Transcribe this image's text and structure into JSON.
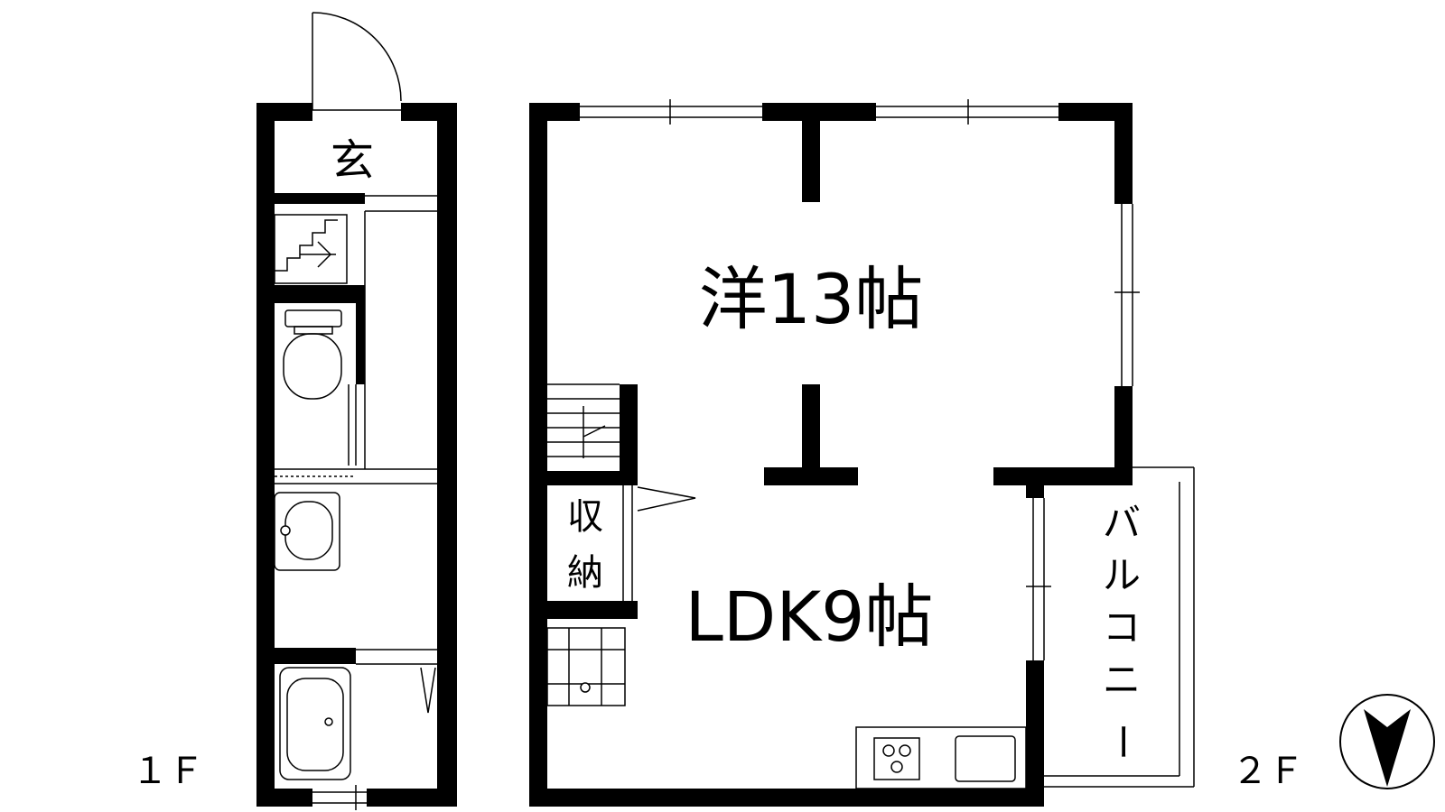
{
  "floor1": {
    "label": "１Ｆ",
    "entrance": "玄"
  },
  "floor2": {
    "label": "２Ｆ",
    "western_room": "洋13帖",
    "ldk": "LDK9帖",
    "storage_line1": "収",
    "storage_line2": "納",
    "balcony": [
      "バ",
      "ル",
      "コ",
      "ニ",
      "ー"
    ]
  },
  "colors": {
    "wall": "#000000",
    "background": "#ffffff"
  },
  "icons": [
    "north-arrow-icon",
    "stove-icon",
    "sink-icon",
    "toilet-icon",
    "washbasin-icon",
    "bathtub-icon",
    "stair-icon",
    "door-swing-icon"
  ]
}
